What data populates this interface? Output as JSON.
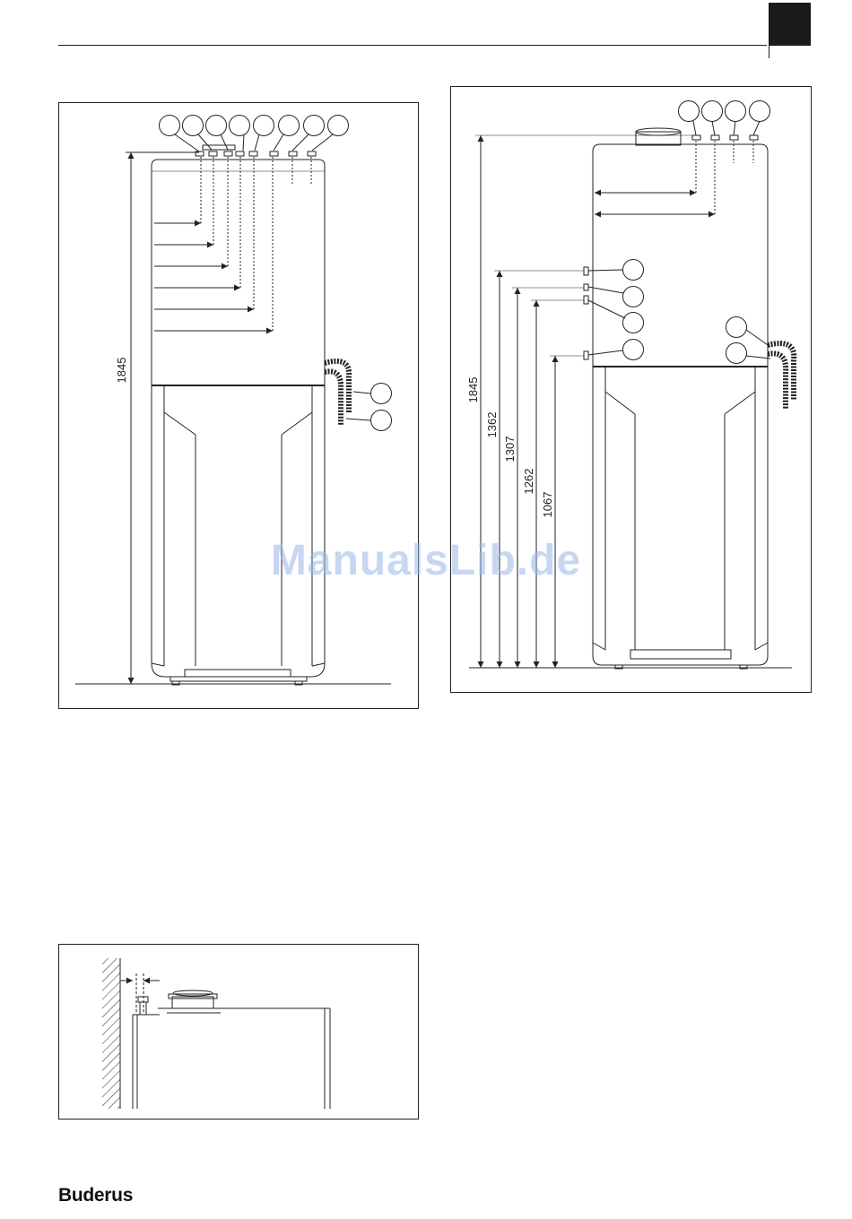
{
  "page": {
    "brand": "Buderus",
    "watermark": "ManualsLib.de"
  },
  "diagram_left": {
    "height_label": "1845"
  },
  "diagram_right": {
    "height_labels": [
      "1845",
      "1362",
      "1307",
      "1262",
      "1067"
    ]
  },
  "colors": {
    "ink": "#222222",
    "header_tab": "#1a1a1a",
    "watermark": "#9ab8e8"
  }
}
